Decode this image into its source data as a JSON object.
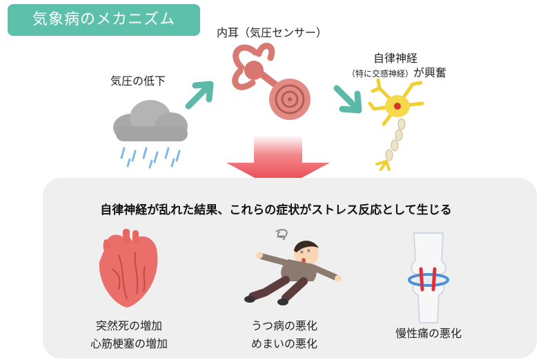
{
  "title": "気象病のメカニズム",
  "steps": {
    "pressure_drop": "気圧の低下",
    "inner_ear": "内耳（気圧センサー）",
    "autonomic_title": "自律神経",
    "autonomic_sub": "（特に交感神経）",
    "autonomic_suffix": "が興奮"
  },
  "result_headline": "自律神経が乱れた結果、これらの症状がストレス反応として生じる",
  "symptoms": [
    {
      "line1": "突然死の増加",
      "line2": "心筋梗塞の増加"
    },
    {
      "line1": "うつ病の悪化",
      "line2": "めまいの悪化"
    },
    {
      "line1": "慢性痛の悪化",
      "line2": ""
    }
  ],
  "colors": {
    "badge": "#5cc0ab",
    "teal_arrow": "#5cb8a8",
    "red_arrow": "#e8343c",
    "panel": "#efefef"
  }
}
